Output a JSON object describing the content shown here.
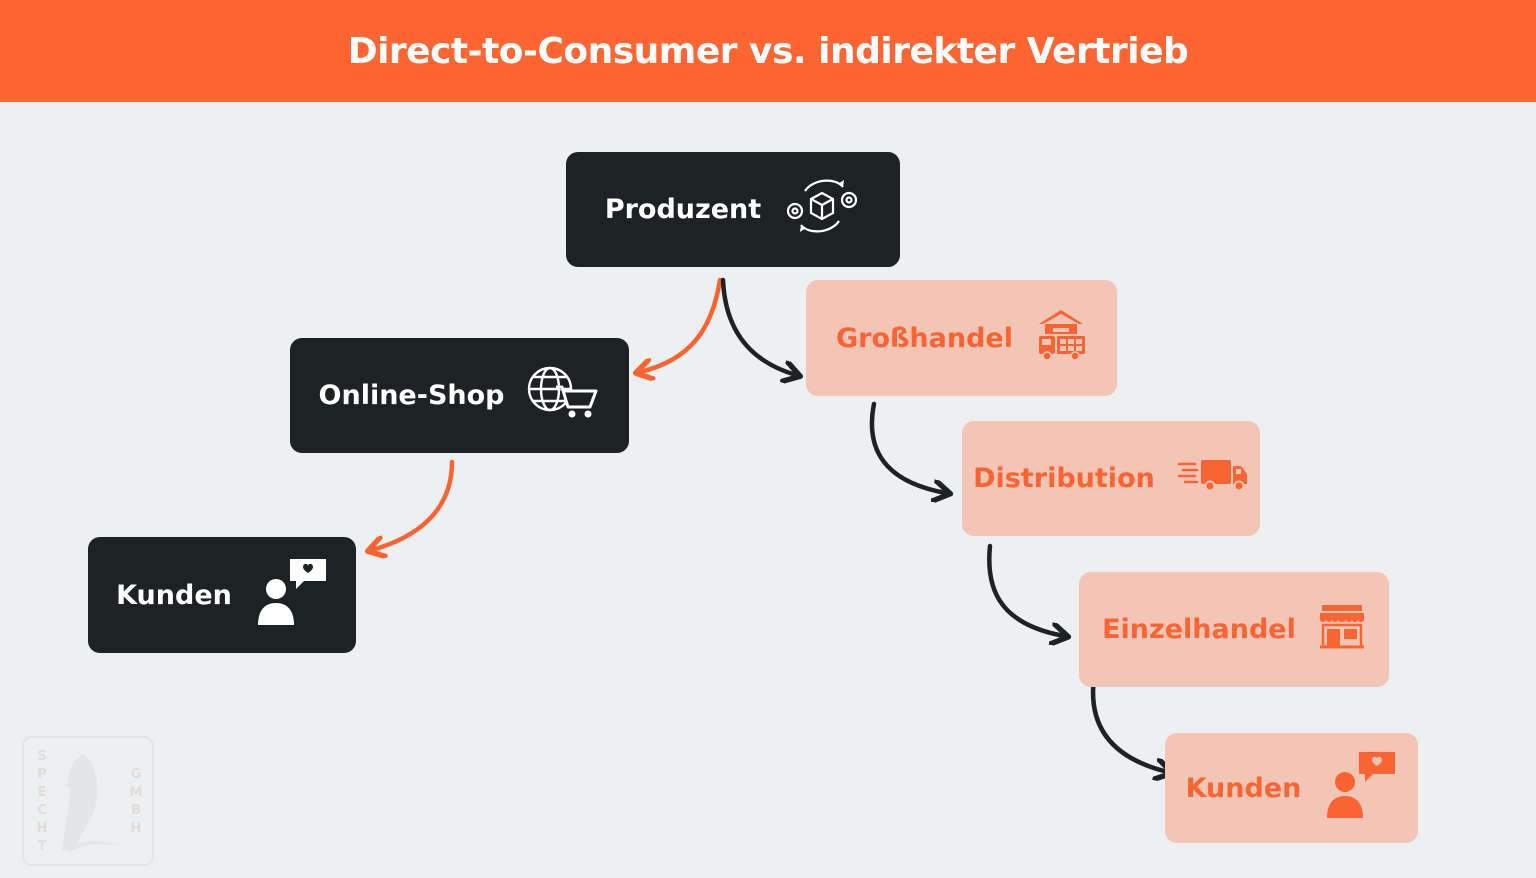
{
  "title": "Direct-to-Consumer vs. indirekter Vertrieb",
  "colors": {
    "header": "#ff6533",
    "background": "#eeeff0",
    "dark_box": "#1d2224",
    "light_box": "#f3c5b7",
    "accent_text": "#fa6432",
    "dark_arrow": "#1d2224",
    "orange_arrow": "#fa6432"
  },
  "nodes": {
    "producer": {
      "label": "Produzent",
      "icon": "production-gears-box-icon"
    },
    "online_shop": {
      "label": "Online-Shop",
      "icon": "globe-cart-icon"
    },
    "customers_direct": {
      "label": "Kunden",
      "icon": "customer-heart-icon"
    },
    "wholesale": {
      "label": "Großhandel",
      "icon": "warehouse-truck-icon"
    },
    "distribution": {
      "label": "Distribution",
      "icon": "delivery-truck-icon"
    },
    "retail": {
      "label": "Einzelhandel",
      "icon": "storefront-icon"
    },
    "customers_indirect": {
      "label": "Kunden",
      "icon": "customer-heart-icon"
    }
  },
  "edges": [
    {
      "from": "producer",
      "to": "online_shop",
      "style": "orange"
    },
    {
      "from": "online_shop",
      "to": "customers_direct",
      "style": "orange"
    },
    {
      "from": "producer",
      "to": "wholesale",
      "style": "dark"
    },
    {
      "from": "wholesale",
      "to": "distribution",
      "style": "dark"
    },
    {
      "from": "distribution",
      "to": "retail",
      "style": "dark"
    },
    {
      "from": "retail",
      "to": "customers_indirect",
      "style": "dark"
    }
  ],
  "watermark": {
    "left_text": "SPECHT",
    "right_text": "GMBH",
    "icon": "woodpecker-logo-icon"
  }
}
